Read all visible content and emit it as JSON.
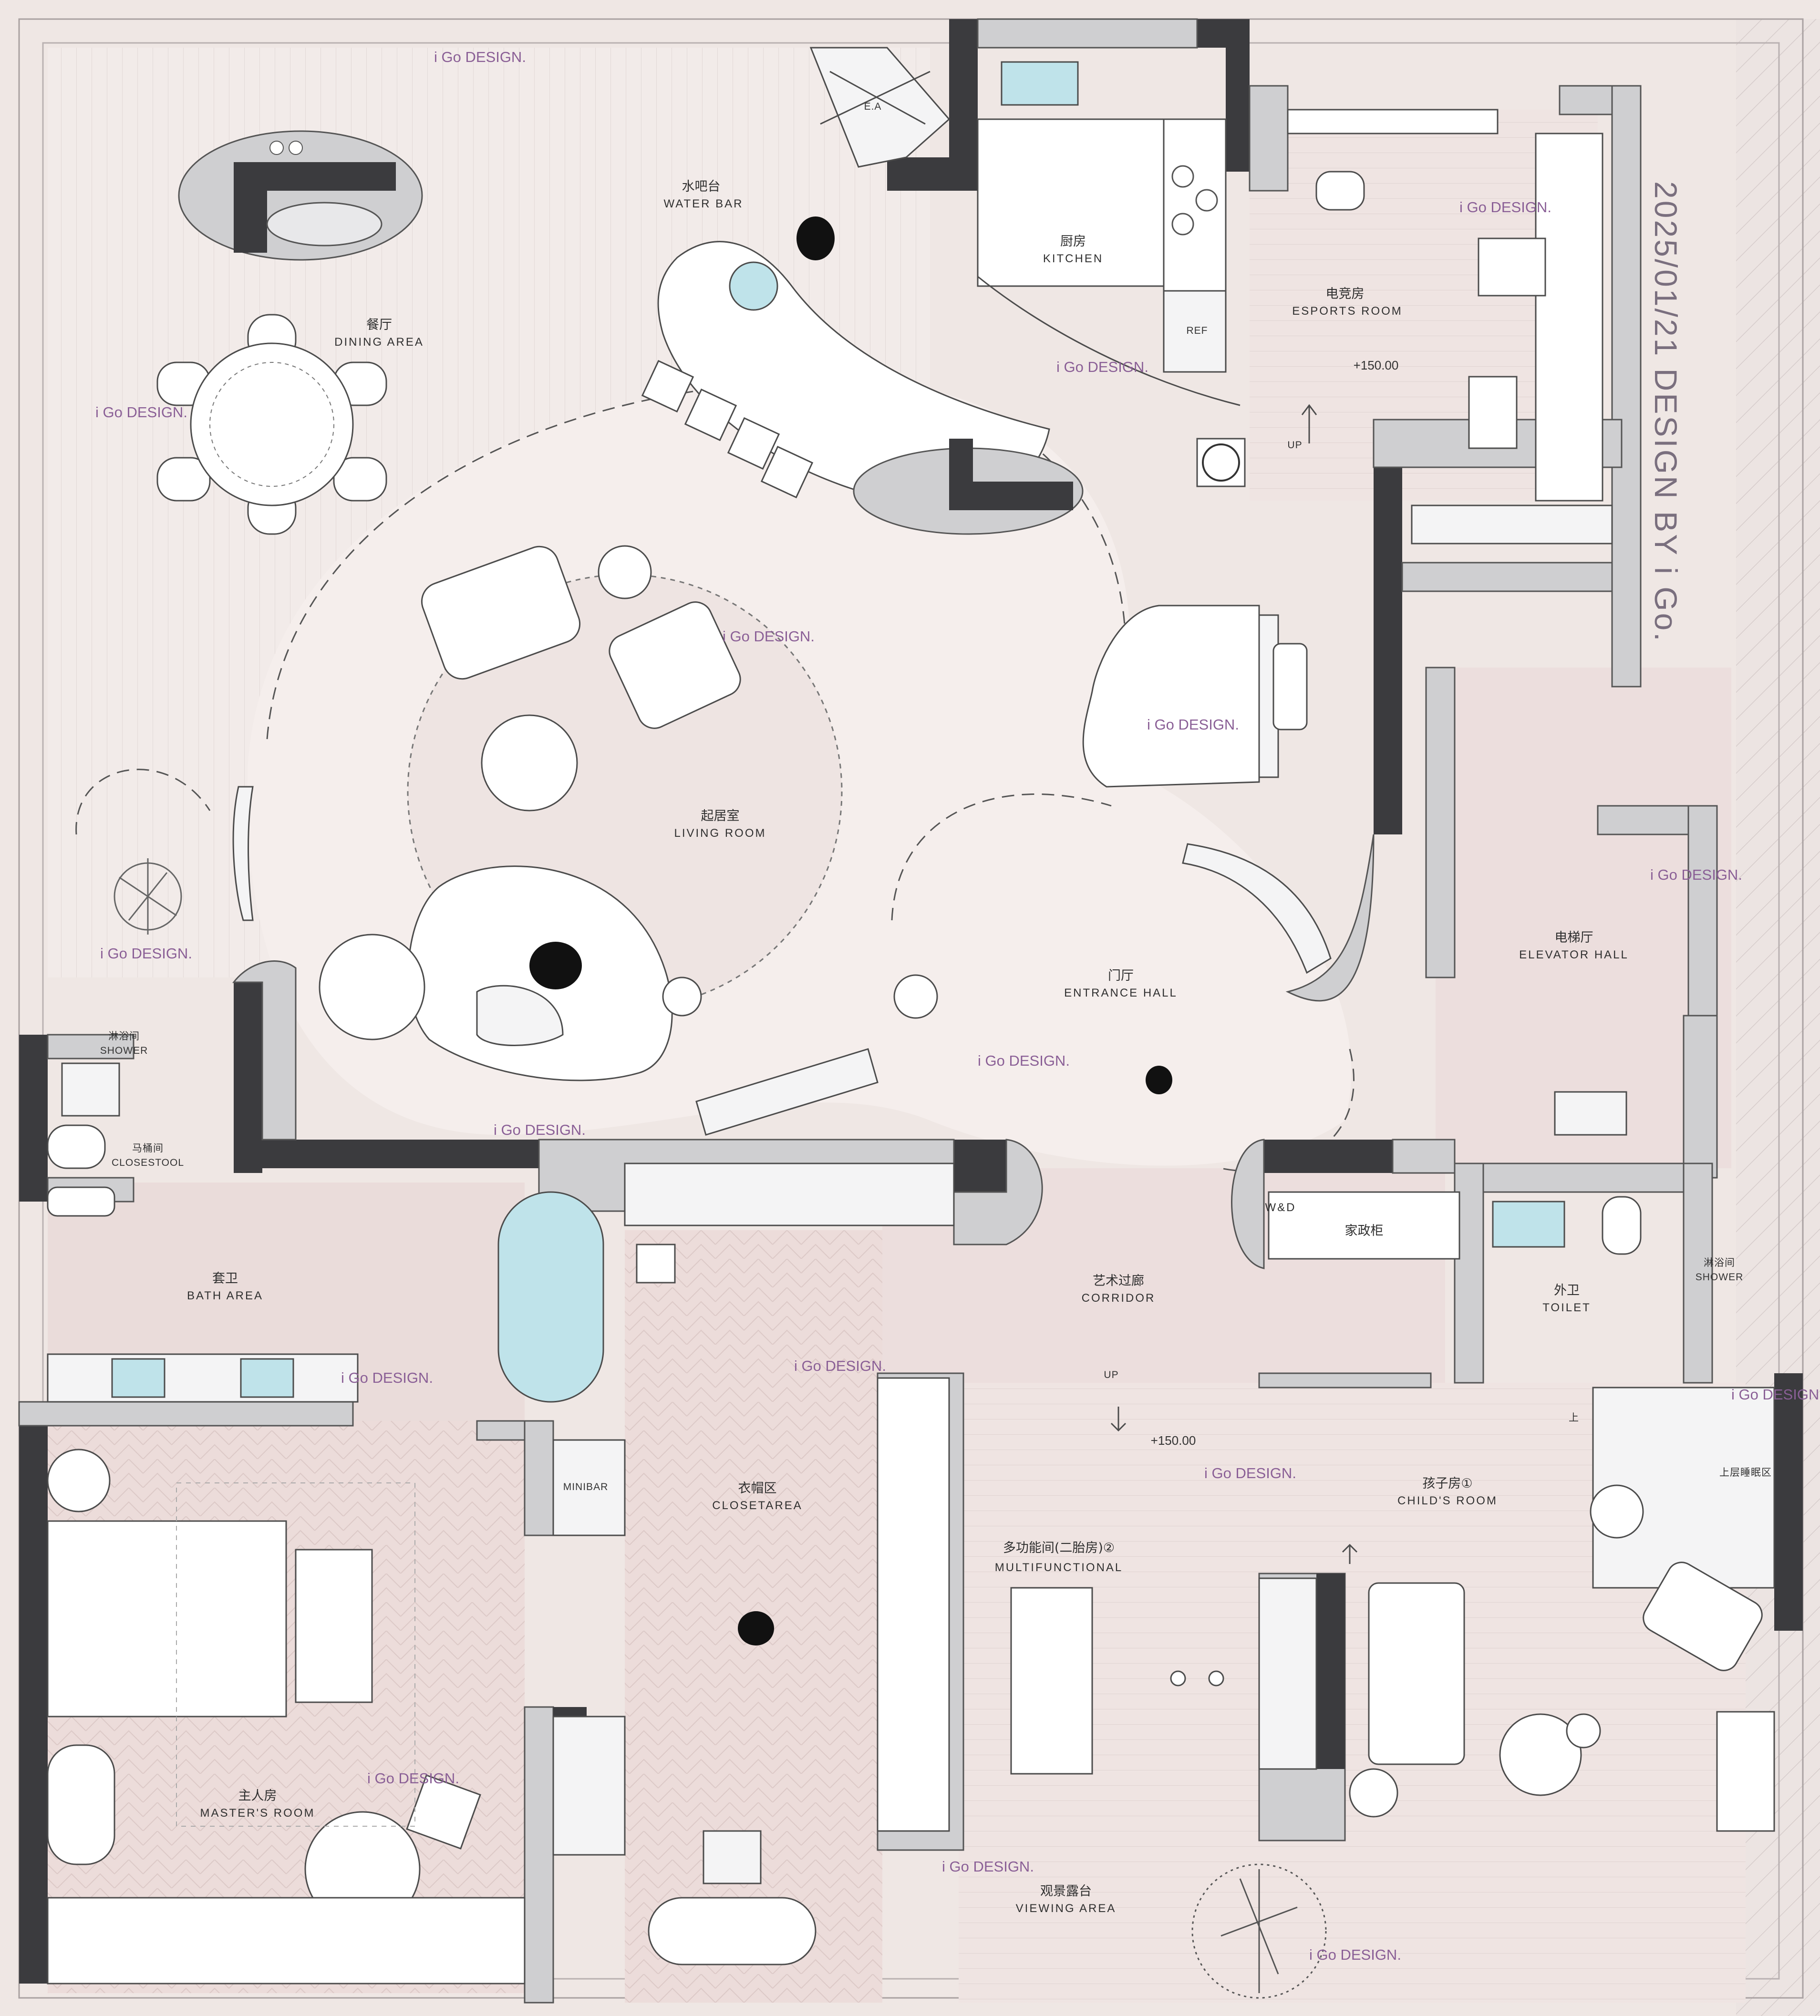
{
  "title": "2025/01/21 DESIGN BY i Go.",
  "watermark": "i Go DESIGN.",
  "rooms": {
    "dining": {
      "cn": "餐厅",
      "en": "DINING AREA"
    },
    "waterbar": {
      "cn": "水吧台",
      "en": "WATER BAR"
    },
    "kitchen": {
      "cn": "厨房",
      "en": "KITCHEN"
    },
    "esports": {
      "cn": "电竞房",
      "en": "ESPORTS ROOM"
    },
    "living": {
      "cn": "起居室",
      "en": "LIVING ROOM"
    },
    "entrance": {
      "cn": "门厅",
      "en": "ENTRANCE HALL"
    },
    "elevator": {
      "cn": "电梯厅",
      "en": "ELEVATOR HALL"
    },
    "shower1": {
      "cn": "淋浴间",
      "en": "SHOWER"
    },
    "closestool": {
      "cn": "马桶间",
      "en": "CLOSESTOOL"
    },
    "bath": {
      "cn": "套卫",
      "en": "BATH AREA"
    },
    "corridor": {
      "cn": "艺术过廊",
      "en": "CORRIDOR"
    },
    "toilet": {
      "cn": "外卫",
      "en": "TOILET"
    },
    "shower2": {
      "cn": "淋浴间",
      "en": "SHOWER"
    },
    "closet": {
      "cn": "衣帽区",
      "en": "CLOSETAREA"
    },
    "multi": {
      "cn": "多功能间(二胎房)②",
      "en": "MULTIFUNCTIONAL"
    },
    "child": {
      "cn": "孩子房①",
      "en": "CHILD'S ROOM"
    },
    "master": {
      "cn": "主人房",
      "en": "MASTER'S ROOM"
    },
    "viewing": {
      "cn": "观景露台",
      "en": "VIEWING AREA"
    }
  },
  "labels": {
    "ea": "E.A",
    "ref": "REF",
    "level_esports": "+150.00",
    "level_multi": "+150.00",
    "up1": "UP",
    "up2": "UP",
    "wd": "W&D",
    "housekeeping": "家政柜",
    "minibar": "MINIBAR",
    "stairs_up": "上",
    "upper_sleep": "上层睡眠区"
  },
  "colors": {
    "background": "#efe7e4",
    "wall": "#3b3b3e",
    "water": "#bfe3ea",
    "watermark": "#8a5f96"
  }
}
